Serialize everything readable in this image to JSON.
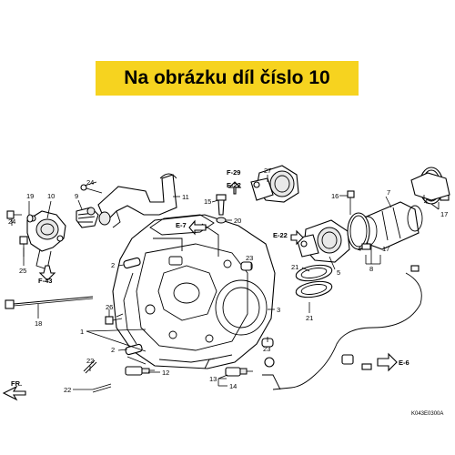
{
  "banner": {
    "text": "Na obrázku díl číslo 10",
    "color": "#f6d31f"
  },
  "callouts": [
    "24",
    "11",
    "27",
    "15",
    "20",
    "16",
    "19",
    "10",
    "9",
    "1",
    "4",
    "7",
    "17",
    "8",
    "25",
    "21",
    "5",
    "3",
    "23",
    "26",
    "18",
    "2",
    "22",
    "12",
    "13",
    "14"
  ],
  "references": [
    "F-29",
    "E-22",
    "E-7",
    "E-22",
    "F-43",
    "E-6"
  ],
  "direction_label": "FR.",
  "diagram_code": "K043E0300A"
}
